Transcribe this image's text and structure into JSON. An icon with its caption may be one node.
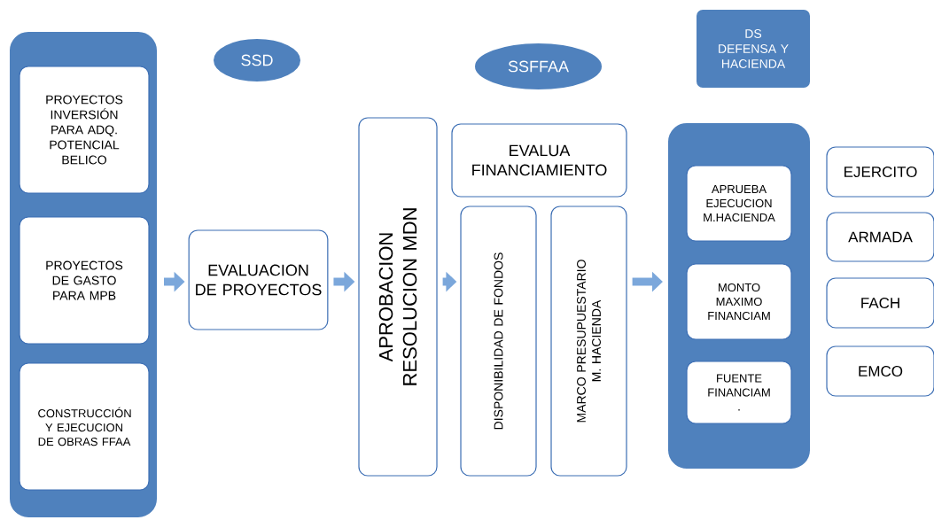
{
  "diagram": {
    "nodes": [
      {
        "text": [],
        "shape": "box"
      },
      {
        "text": [
          "PROYECTOS INVERSIÓN PARA ADQ. POTENCIAL BELICO"
        ],
        "in": 0
      },
      {
        "text": [
          "PROYECTOS DE GASTO PARA MPB"
        ],
        "in": 0
      },
      {
        "text": [
          "CONSTRUCCIÓN Y EJECUCION DE OBRAS FFAA"
        ],
        "in": 0
      },
      {
        "text": [
          "SSD"
        ]
      },
      {
        "text": [
          "EVALUACION DE PROYECTOS"
        ]
      },
      {
        "text": [
          "APROBACION RESOLUCION MDN"
        ]
      },
      {
        "text": [
          "SSFFAA"
        ]
      },
      {
        "text": [
          "EVALUA FINANCIAMIENTO"
        ]
      },
      {
        "text": [
          "DISPONIBILIDAD DE FONDOS"
        ]
      },
      {
        "text": [
          "MARCO PRESUPUESTARIO M. HACIENDA"
        ]
      },
      {
        "text": [
          "DS DEFENSA Y HACIENDA"
        ]
      },
      {
        "text": [],
        "shape": "box"
      },
      {
        "text": [
          "APRUEBA EJECUCION M.HACIENDA"
        ],
        "in": 12
      },
      {
        "text": [
          "MONTO MAXIMO FINANCIAM"
        ],
        "in": 12
      },
      {
        "text": [
          "FUENTE FINANCIAM ."
        ],
        "in": 12
      },
      {
        "text": [
          "EJERCITO"
        ]
      },
      {
        "text": [
          "ARMADA"
        ]
      },
      {
        "text": [
          "FACH"
        ]
      },
      {
        "text": [
          "EMCO"
        ]
      }
    ],
    "edges": [
      {
        "from": 0,
        "to": 5,
        "arrow": "to"
      },
      {
        "from": 5,
        "to": 6,
        "arrow": "to"
      },
      {
        "from": 6,
        "to": 9,
        "arrow": "to"
      },
      {
        "from": 10,
        "to": 12,
        "arrow": "to"
      }
    ]
  }
}
